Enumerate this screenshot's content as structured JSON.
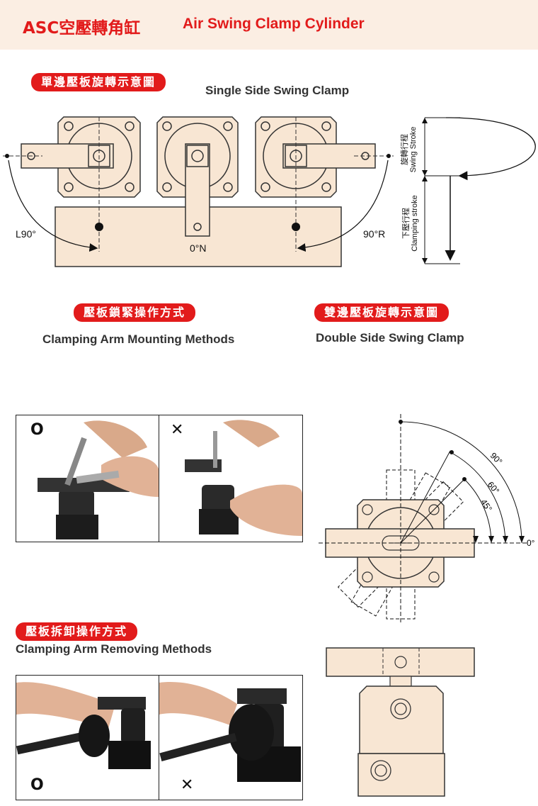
{
  "header": {
    "title_cn": "ASC空壓轉角缸",
    "title_en": "Air Swing Clamp Cylinder"
  },
  "single_side": {
    "pill_label": "單邊壓板旋轉示意圖",
    "title_en": "Single Side Swing Clamp",
    "label_left": "L90°",
    "label_center": "0°N",
    "label_right": "90°R",
    "swing_stroke_cn": "旋轉行程",
    "swing_stroke_en": "Swing Stroke",
    "clamping_stroke_cn": "下壓行程",
    "clamping_stroke_en": "Clamping stroke"
  },
  "mounting": {
    "pill_label": "壓板鎖緊操作方式",
    "title_en": "Clamping Arm Mounting Methods",
    "ok_symbol": "O",
    "ng_symbol": "✕"
  },
  "double_side": {
    "pill_label": "雙邊壓板旋轉示意圖",
    "title_en": "Double Side Swing Clamp",
    "angle_90": "90°",
    "angle_60": "60°",
    "angle_45": "45°",
    "angle_0": "0°"
  },
  "removing": {
    "pill_label": "壓板拆卸操作方式",
    "title_en": "Clamping Arm Removing Methods",
    "ok_symbol": "O",
    "ng_symbol": "✕"
  },
  "colors": {
    "accent": "#e21b1b",
    "part_fill": "#f8e6d3",
    "header_bg": "#fbeee3"
  }
}
